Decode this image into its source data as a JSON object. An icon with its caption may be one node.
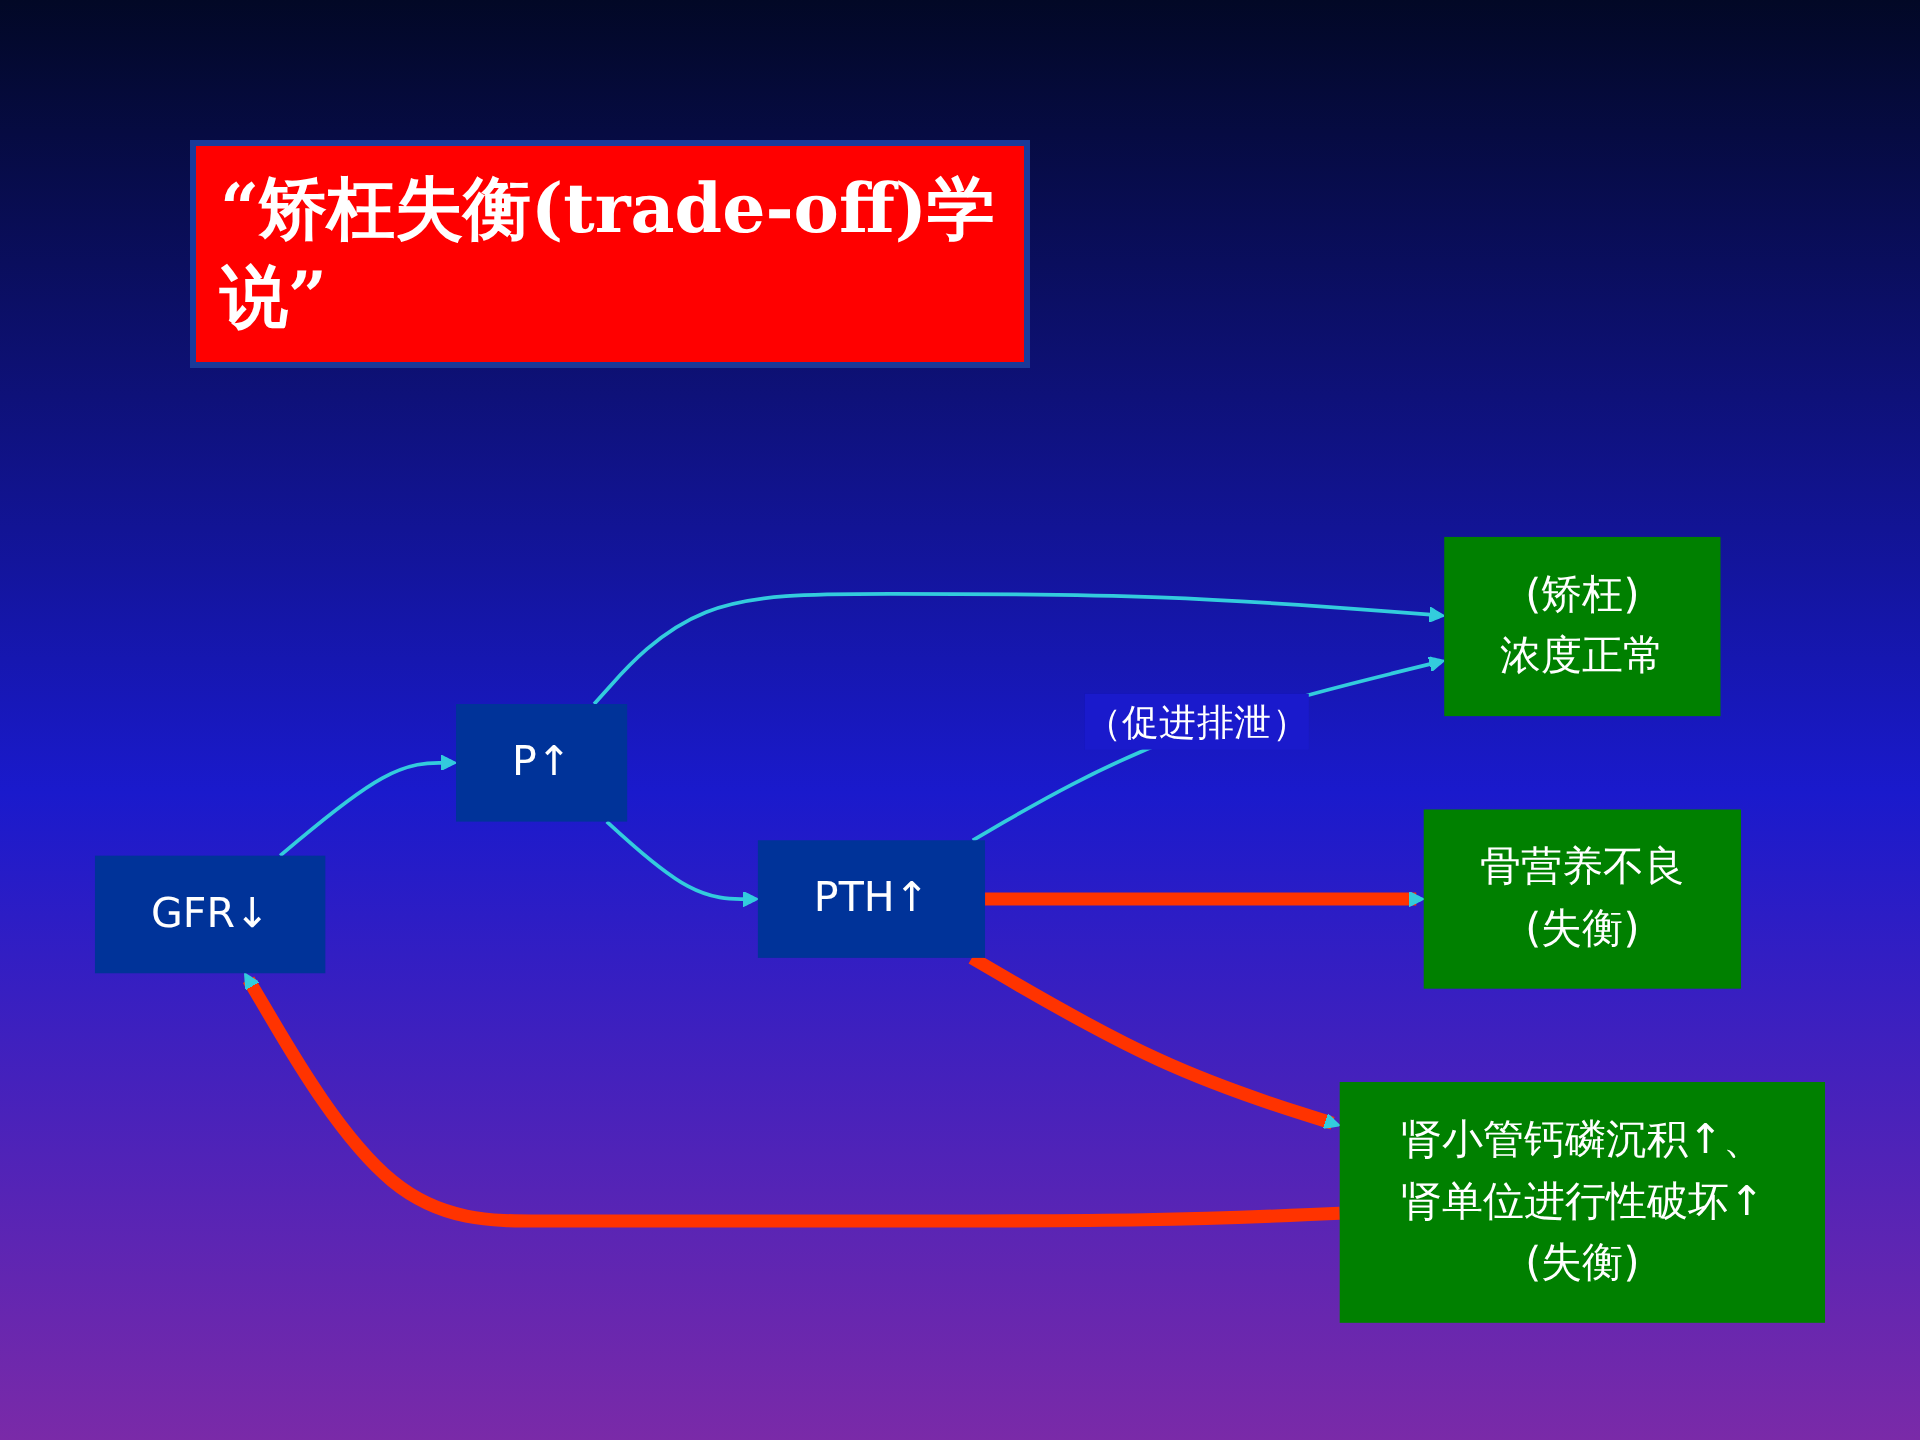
{
  "diagram": {
    "title": "“矫枉失衡(trade-off)学说”",
    "nodes": [
      {
        "text": [
          "GFR↓"
        ]
      },
      {
        "text": [
          "P↑"
        ]
      },
      {
        "text": [
          "(矫枉)",
          "浓度正常"
        ]
      },
      {
        "text": [
          "PTH↑"
        ]
      },
      {
        "text": [
          "骨营养不良",
          "(失衡)"
        ]
      },
      {
        "text": [
          "肾小管钙磷沉积↑、肾单位进行性破坏↑",
          "(失衡)"
        ]
      }
    ],
    "edges": [
      {
        "from": 0,
        "to": 1,
        "arrow": "to"
      },
      {
        "from": 1,
        "to": 2,
        "arrow": "to"
      },
      {
        "from": 1,
        "to": 3,
        "arrow": "to"
      },
      {
        "from": 3,
        "to": 2,
        "arrow": "to",
        "label": "（促进排泄）"
      },
      {
        "from": 3,
        "to": 4,
        "arrow": "to",
        "color": "#ff3300",
        "style": "thick"
      },
      {
        "from": 3,
        "to": 5,
        "arrow": "to",
        "color": "#ff3300",
        "style": "thick"
      },
      {
        "from": 5,
        "to": 0,
        "arrow": "to",
        "color": "#ff3300",
        "style": "thick"
      }
    ]
  }
}
